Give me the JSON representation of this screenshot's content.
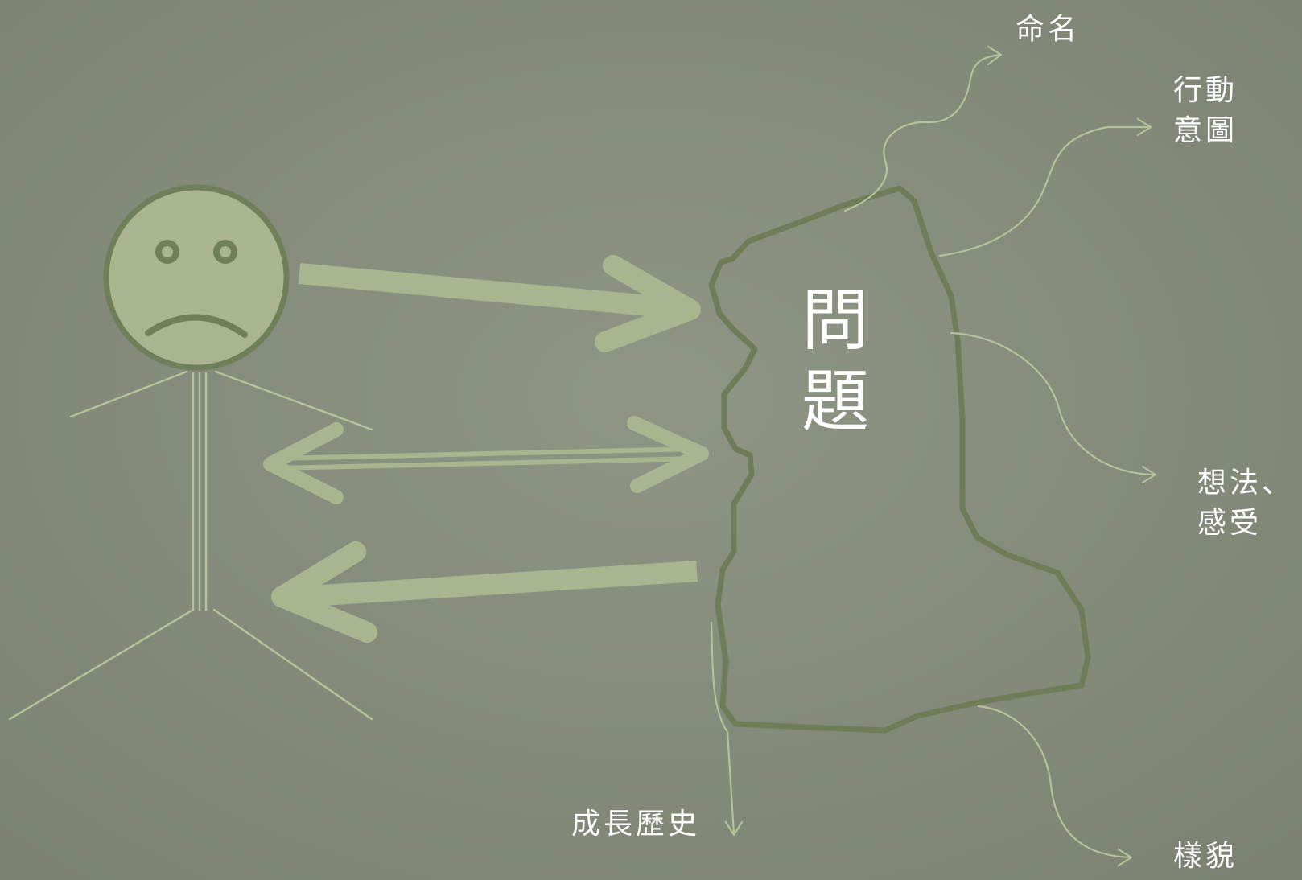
{
  "diagram": {
    "center_label": "問\n題",
    "labels": {
      "naming": "命名",
      "action_intent": "行動\n意圖",
      "thoughts_feelings": "想法、\n感受",
      "appearance": "樣貌",
      "growth_history": "成長歷史"
    },
    "colors": {
      "background": "#858c7b",
      "figure_fill": "#a8b58f",
      "figure_stroke": "#6f7f5a",
      "problem_outline": "#6e7d58",
      "branch_line": "#b3c29a",
      "text": "#ffffff"
    }
  }
}
